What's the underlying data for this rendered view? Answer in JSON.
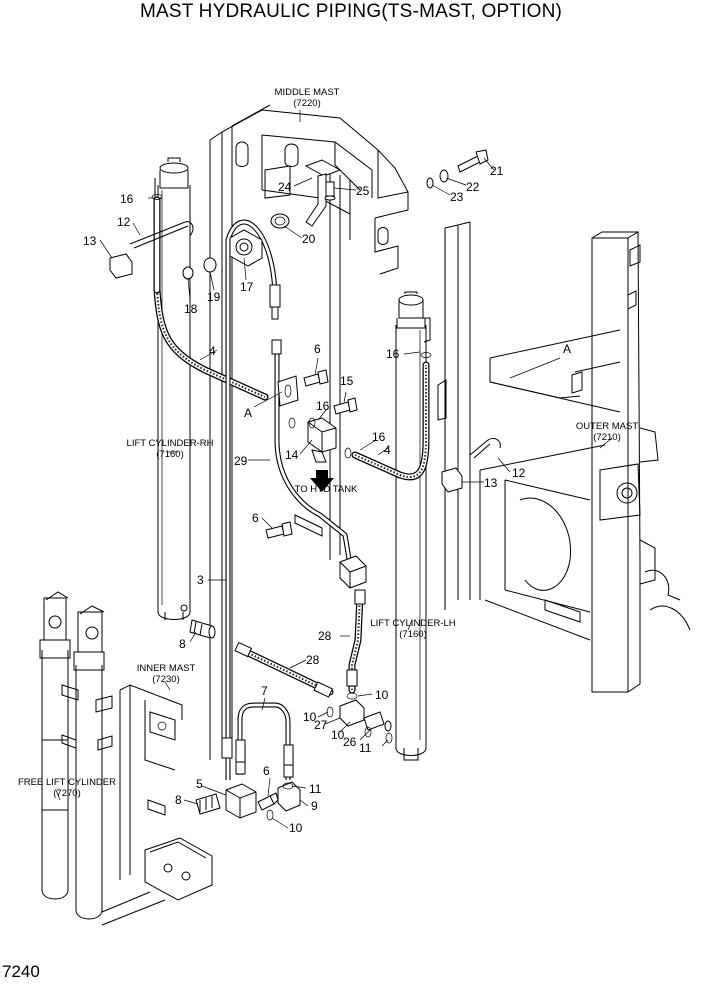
{
  "title": "MAST HYDRAULIC PIPING(TS-MAST, OPTION)",
  "page_number": "7240",
  "assemblies": {
    "middle_mast": {
      "name": "MIDDLE MAST",
      "code": "(7220)"
    },
    "outer_mast": {
      "name": "OUTER MAST",
      "code": "(7210)"
    },
    "inner_mast": {
      "name": "INNER MAST",
      "code": "(7230)"
    },
    "lift_cylinder_rh": {
      "name": "LIFT CYLINDER-RH",
      "code": "(7160)"
    },
    "lift_cylinder_lh": {
      "name": "LIFT CYLINDER-LH",
      "code": "(7160)"
    },
    "free_lift_cylinder": {
      "name": "FREE LIFT CYLINDER",
      "code": "(7270)"
    }
  },
  "notes": {
    "to_hyd_tank": "TO HYD TANK",
    "ref_a": "A"
  },
  "callouts": {
    "c3": "3",
    "c4": "4",
    "c5": "5",
    "c6": "6",
    "c7": "7",
    "c8": "8",
    "c9": "9",
    "c10": "10",
    "c11": "11",
    "c12": "12",
    "c13": "13",
    "c14": "14",
    "c15": "15",
    "c16": "16",
    "c17": "17",
    "c18": "18",
    "c19": "19",
    "c20": "20",
    "c21": "21",
    "c22": "22",
    "c23": "23",
    "c24": "24",
    "c25": "25",
    "c26": "26",
    "c27": "27",
    "c28": "28",
    "c29": "29"
  }
}
